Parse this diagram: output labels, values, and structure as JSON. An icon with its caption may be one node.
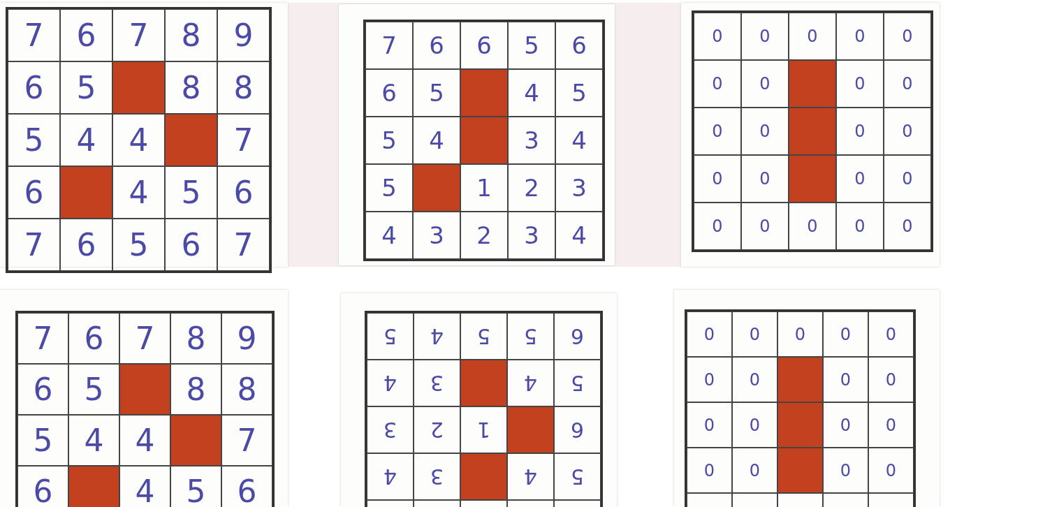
{
  "diagram": {
    "labels": [
      "7",
      "6",
      "7",
      "8",
      "9",
      "6",
      "5",
      "8",
      "8",
      "5",
      "4",
      "4",
      "7",
      "6",
      "4",
      "5",
      "6",
      "7",
      "6",
      "5",
      "6",
      "7",
      "7",
      "6",
      "6",
      "5",
      "6",
      "6",
      "5",
      "4",
      "5",
      "5",
      "4",
      "3",
      "4",
      "5",
      "1",
      "2",
      "3",
      "4",
      "3",
      "2",
      "3",
      "4",
      "0",
      "0",
      "0",
      "0",
      "0",
      "0",
      "0",
      "0",
      "0",
      "0",
      "0",
      "0",
      "0",
      "0",
      "0",
      "0",
      "0",
      "0",
      "0",
      "0",
      "0",
      "0",
      "7",
      "6",
      "7",
      "8",
      "9",
      "6",
      "5",
      "8",
      "8",
      "5",
      "4",
      "4",
      "7",
      "6",
      "4",
      "5",
      "6",
      "5",
      "4",
      "5",
      "5",
      "6",
      "4",
      "3",
      "4",
      "5",
      "3",
      "2",
      "1",
      "6",
      "4",
      "3",
      "4",
      "5",
      "0",
      "0",
      "0",
      "0",
      "0",
      "0",
      "0",
      "0",
      "0",
      "0",
      "0",
      "0",
      "0",
      "0",
      "0",
      "0",
      "0"
    ]
  }
}
